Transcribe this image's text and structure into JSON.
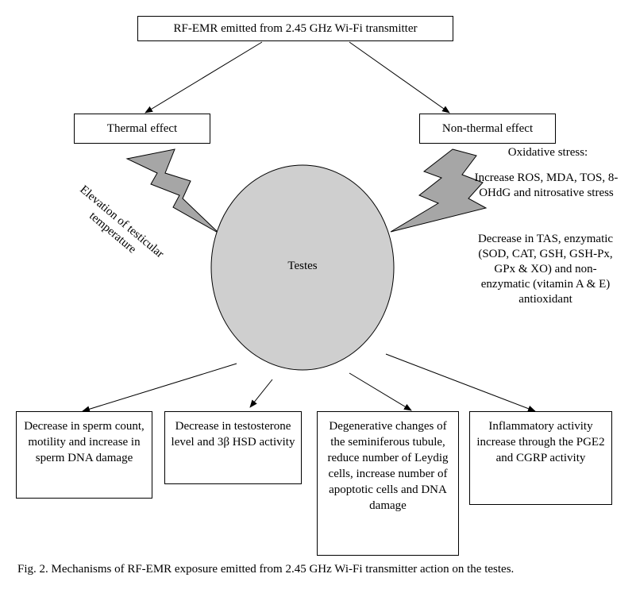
{
  "source": "RF-EMR emitted from 2.45 GHz Wi-Fi transmitter",
  "thermal": "Thermal effect",
  "nonthermal": "Non-thermal effect",
  "elevation": "Elevation of testicular temperature",
  "testes": "Testes",
  "oxidative": {
    "title": "Oxidative stress:",
    "increase": "Increase ROS, MDA, TOS, 8-OHdG and nitrosative stress",
    "decrease": "Decrease in TAS, enzymatic (SOD, CAT, GSH, GSH-Px, GPx & XO) and non-enzymatic (vitamin A & E) antioxidant"
  },
  "outcomes": [
    "Decrease in sperm count, motility and increase in sperm DNA damage",
    "Decrease in testosterone level and 3β HSD activity",
    "Degenerative changes of the seminiferous tubule, reduce number of Leydig cells, increase number of apoptotic cells and DNA damage",
    "Inflammatory activity increase through the PGE2 and CGRP activity"
  ],
  "caption": "Fig. 2.  Mechanisms of RF-EMR exposure emitted from 2.45 GHz Wi-Fi transmitter action on the testes.",
  "colors": {
    "lightning": "#a6a6a6",
    "testes": "#cfcfcf"
  }
}
